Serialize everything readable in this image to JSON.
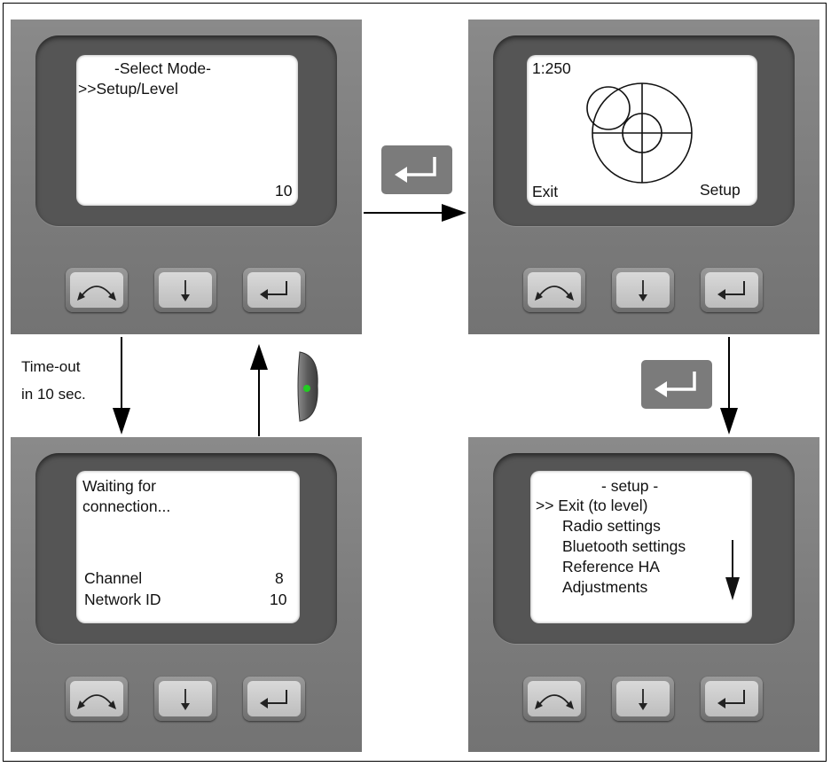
{
  "screens": {
    "select_mode": {
      "title": "-Select Mode-",
      "item": ">>Setup/Level",
      "count": "10"
    },
    "level": {
      "scale": "1:250",
      "left_softkey": "Exit",
      "right_softkey": "Setup"
    },
    "waiting": {
      "line1": "Waiting for",
      "line2": "connection...",
      "channel_label": "Channel",
      "channel_value": "8",
      "network_label": "Network ID",
      "network_value": "10"
    },
    "setup": {
      "title": "- setup -",
      "items": [
        ">> Exit (to level)",
        "Radio settings",
        "Bluetooth settings",
        "Reference HA",
        "Adjustments"
      ]
    }
  },
  "timeout_label": {
    "line1": "Time-out",
    "line2": "in 10 sec."
  },
  "icons": {
    "keypad": [
      "toggle-arc-icon",
      "down-arrow-icon",
      "enter-icon"
    ],
    "enter_key": "enter-icon",
    "radio_device": "radio-led-icon"
  },
  "colors": {
    "panel": "#7c7c7c",
    "bezel": "#555555",
    "key": "#7b7b7b",
    "led": "#22cc22"
  }
}
